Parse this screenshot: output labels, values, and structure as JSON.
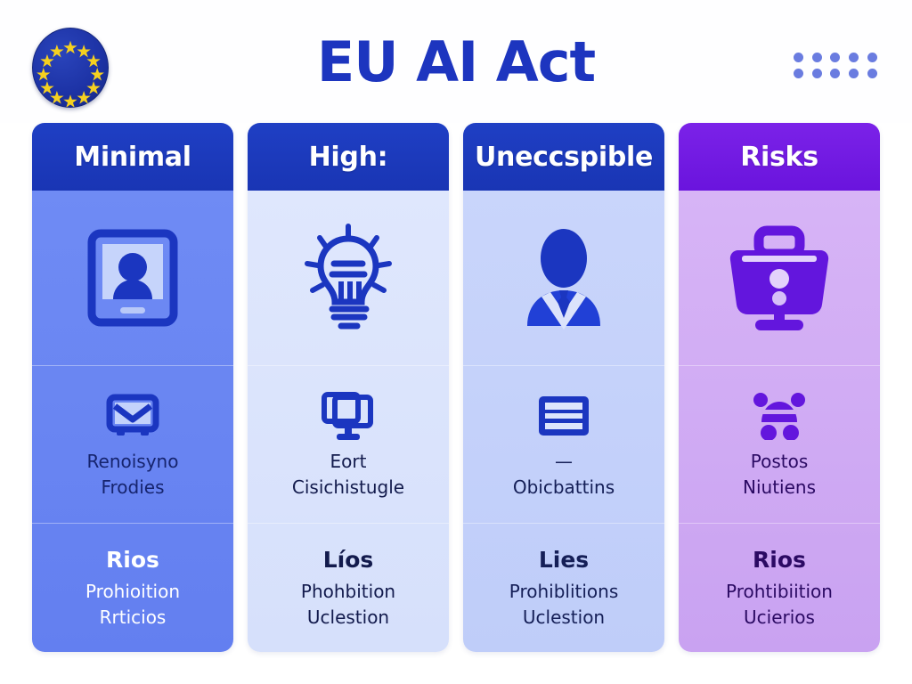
{
  "header": {
    "title": "EU AI Act",
    "flag_icon": "eu-flag-icon",
    "flag_star_count": 12,
    "dot_grid": {
      "columns": 5,
      "rows": 2,
      "color": "#6a7ce0"
    },
    "title_color": "#1d35bf"
  },
  "columns": [
    {
      "header": "Minimal",
      "header_color": "#1935b4",
      "body_color": "#6b86f0",
      "icon_main": "tablet-user-portrait-icon",
      "icon_secondary": "envelope-mail-icon",
      "mid_text_line1": "Renoisyno",
      "mid_text_line2": "Frodies",
      "bottom_title": "Rios",
      "bottom_line1": "Prohioition",
      "bottom_line2": "Rrticios"
    },
    {
      "header": "High:",
      "header_color": "#1935b4",
      "body_color": "#dbe4fb",
      "icon_main": "lightbulb-idea-icon",
      "icon_secondary": "monitor-screen-icon",
      "mid_text_line1": "Eort",
      "mid_text_line2": "Cisichistugle",
      "bottom_title": "Líos",
      "bottom_line1": "Phohbition",
      "bottom_line2": "Uclestion"
    },
    {
      "header": "Uneccspible",
      "header_color": "#1935b4",
      "body_color": "#c2cffa",
      "icon_main": "businessperson-avatar-icon",
      "icon_secondary": "document-list-icon",
      "mid_text_line1": "—",
      "mid_text_line2": "Obicbattins",
      "bottom_title": "Lies",
      "bottom_line1": "Prohiblitions",
      "bottom_line2": "Uclestion"
    },
    {
      "header": "Risks",
      "header_color": "#6a14dd",
      "body_color": "#cfa9f2",
      "icon_main": "briefcase-alert-stand-icon",
      "icon_secondary": "shopping-cart-icon",
      "mid_text_line1": "Postos",
      "mid_text_line2": "Niutiens",
      "bottom_title": "Rios",
      "bottom_line1": "Prohtibiition",
      "bottom_line2": "Ucierios"
    }
  ]
}
